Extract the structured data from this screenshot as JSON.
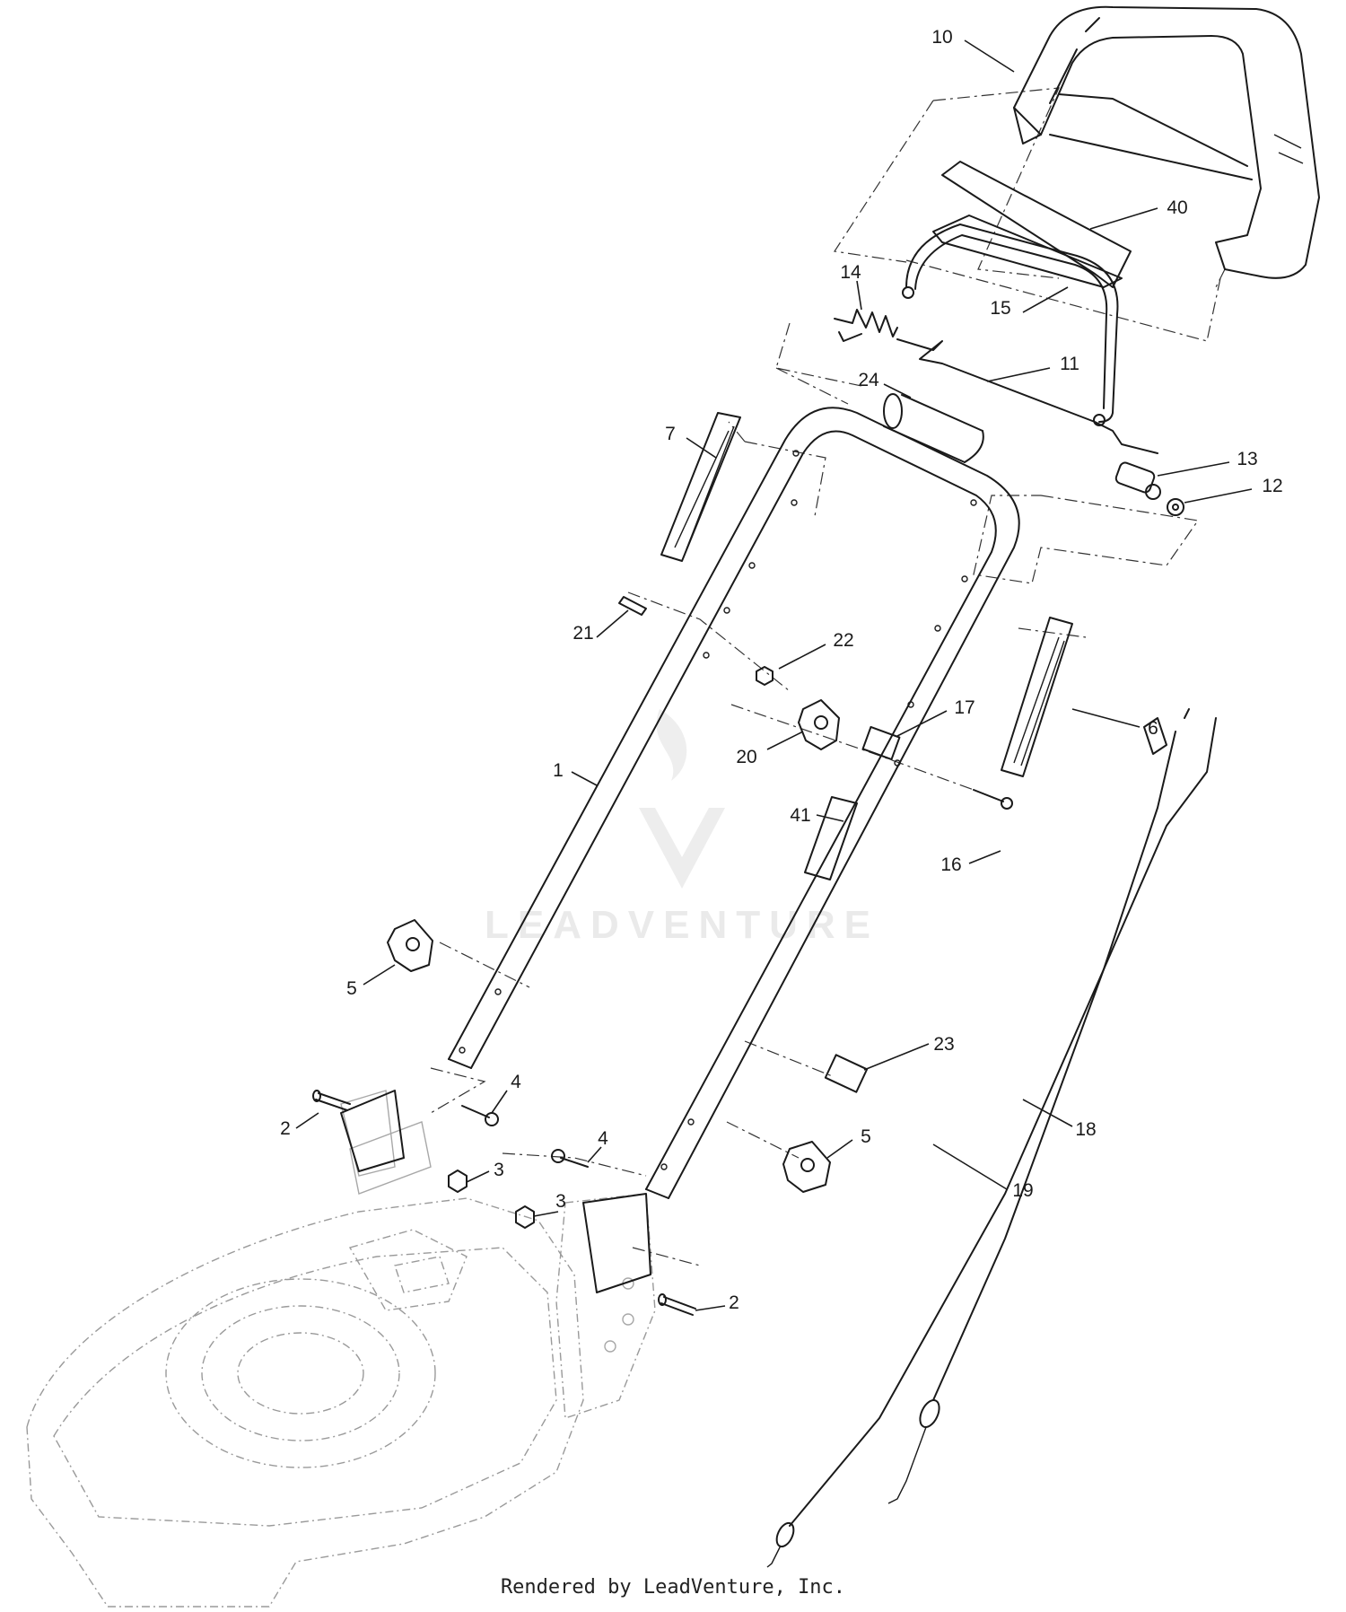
{
  "watermark": {
    "text": "LEADVENTURE"
  },
  "footer": {
    "credit": "Rendered by LeadVenture, Inc."
  },
  "callouts": [
    {
      "id": "c10",
      "label": "10"
    },
    {
      "id": "c40",
      "label": "40"
    },
    {
      "id": "c15",
      "label": "15"
    },
    {
      "id": "c14",
      "label": "14"
    },
    {
      "id": "c11",
      "label": "11"
    },
    {
      "id": "c24",
      "label": "24"
    },
    {
      "id": "c7",
      "label": "7"
    },
    {
      "id": "c13",
      "label": "13"
    },
    {
      "id": "c12",
      "label": "12"
    },
    {
      "id": "c21",
      "label": "21"
    },
    {
      "id": "c22",
      "label": "22"
    },
    {
      "id": "c17",
      "label": "17"
    },
    {
      "id": "c20",
      "label": "20"
    },
    {
      "id": "c6",
      "label": "6"
    },
    {
      "id": "c1",
      "label": "1"
    },
    {
      "id": "c41",
      "label": "41"
    },
    {
      "id": "c16",
      "label": "16"
    },
    {
      "id": "c5a",
      "label": "5"
    },
    {
      "id": "c23",
      "label": "23"
    },
    {
      "id": "c4a",
      "label": "4"
    },
    {
      "id": "c2a",
      "label": "2"
    },
    {
      "id": "c3a",
      "label": "3"
    },
    {
      "id": "c18",
      "label": "18"
    },
    {
      "id": "c4b",
      "label": "4"
    },
    {
      "id": "c5b",
      "label": "5"
    },
    {
      "id": "c19",
      "label": "19"
    },
    {
      "id": "c3b",
      "label": "3"
    },
    {
      "id": "c2b",
      "label": "2"
    }
  ]
}
